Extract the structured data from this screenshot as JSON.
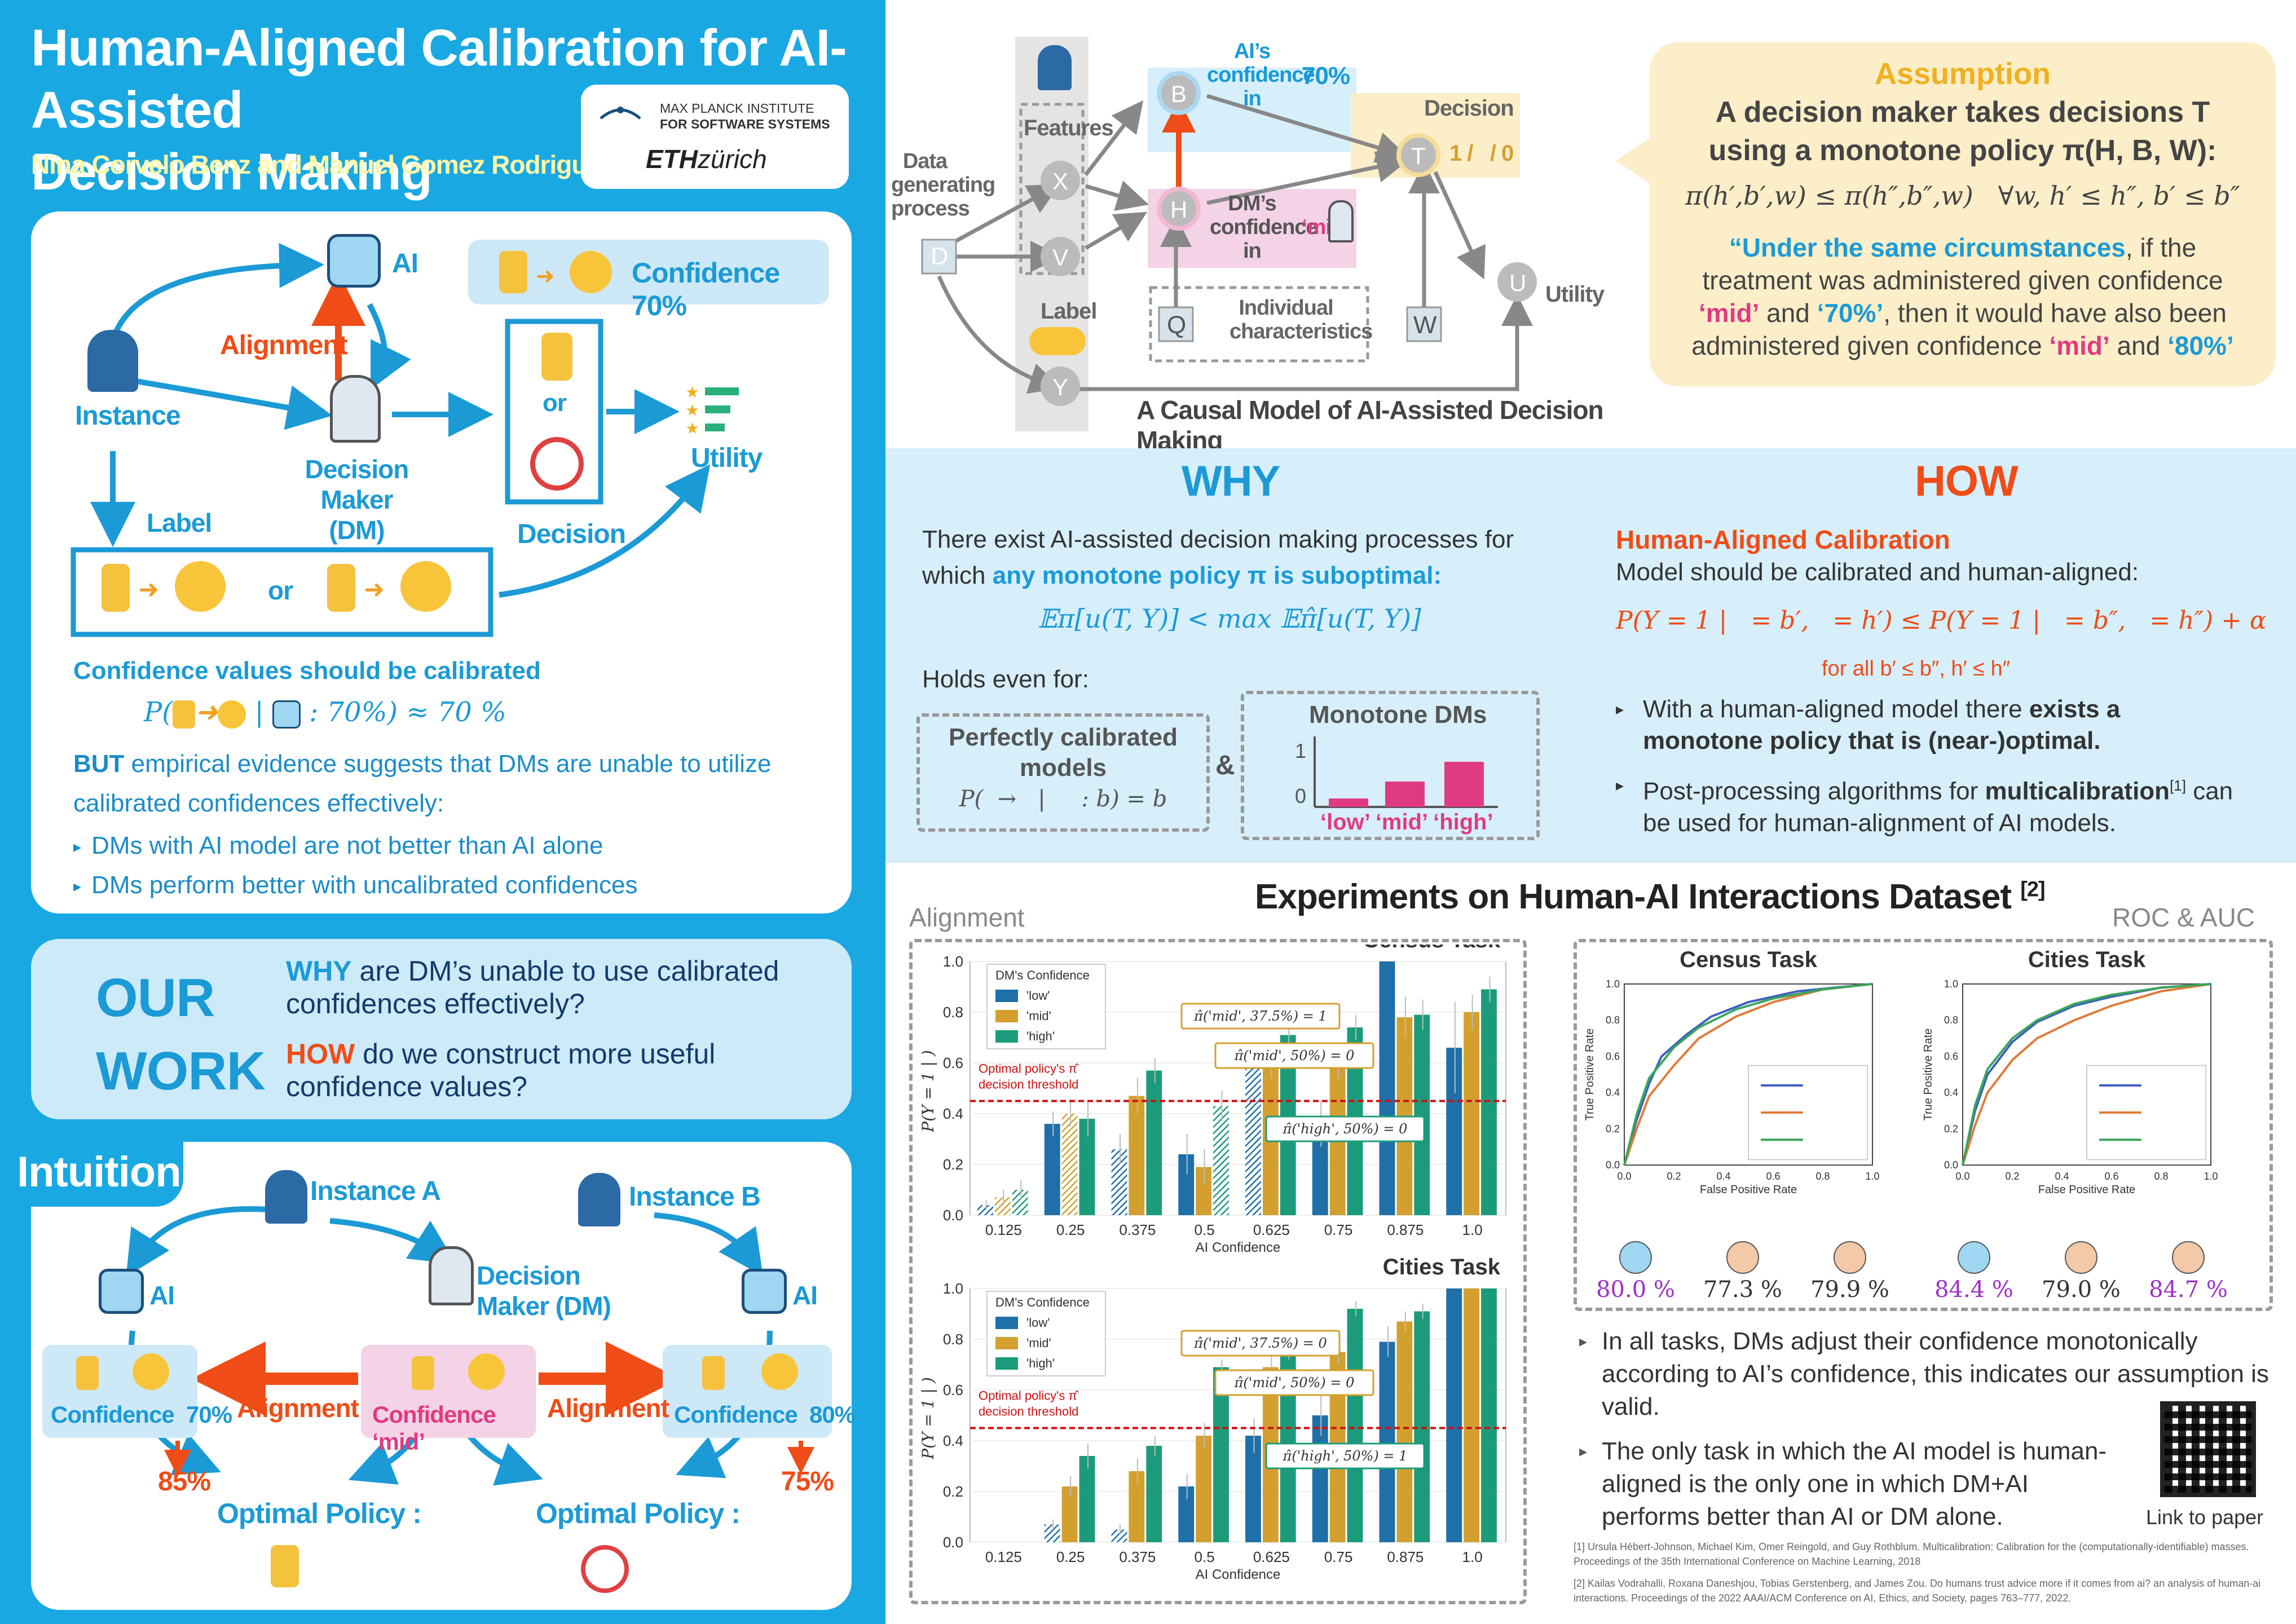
{
  "header": {
    "title_line1": "Human-Aligned Calibration for AI-Assisted",
    "title_line2": "Decision Making",
    "authors": "Nina Corvelo Benz and Manuel Gomez Rodriguez",
    "logo_mpi_line1": "MAX PLANCK INSTITUTE",
    "logo_mpi_line2": "FOR SOFTWARE SYSTEMS",
    "logo_eth_bold": "ETH",
    "logo_eth_rest": "zürich"
  },
  "overview": {
    "ai": "AI",
    "confidence": "Confidence 70%",
    "alignment": "Alignment",
    "instance": "Instance",
    "dm_line1": "Decision",
    "dm_line2": "Maker (DM)",
    "or": "or",
    "decision": "Decision",
    "utility": "Utility",
    "label": "Label",
    "or2": "or",
    "calibrated_heading": "Confidence values should be calibrated",
    "formula": "P( → | : 70%) ≈ 70 %",
    "formula_P": "P(",
    "formula_mid": " | ",
    "formula_end": " : 70%) ≈ 70 %",
    "but_bold": "BUT",
    "but_rest": " empirical evidence suggests that DMs are unable to utilize calibrated confidences effectively:",
    "bullets": [
      "DMs with AI model are not better than AI alone",
      "DMs perform better with uncalibrated confidences"
    ]
  },
  "our_work": {
    "word1": "OUR",
    "word2": "WORK",
    "why": "WHY",
    "why_rest": " are DM’s unable to use calibrated confidences effectively?",
    "how": "HOW",
    "how_rest": " do we construct more useful confidence values?"
  },
  "intuition": {
    "title": "Intuition",
    "instance_a": "Instance A",
    "instance_b": "Instance B",
    "dm_line1": "Decision",
    "dm_line2": "Maker (DM)",
    "ai_left": "AI",
    "ai_right": "AI",
    "conf_left": "Confidence  70%",
    "conf_mid": "Confidence ‘mid’",
    "conf_right": "Confidence  80%",
    "alignment_left": "Alignment",
    "alignment_right": "Alignment",
    "pct_left": "85%",
    "pct_right": "75%",
    "optimal_left": "Optimal Policy :",
    "optimal_right": "Optimal Policy :"
  },
  "causal": {
    "title": "A Causal Model of AI-Assisted Decision Making",
    "data_gen": "Data generating process",
    "features": "Features",
    "label": "Label",
    "ai_conf_line1": "AI’s",
    "ai_conf_line2": "confidence",
    "ai_conf_pct": "70%",
    "ai_conf_in": "in",
    "dm_conf_line1": "DM’s",
    "dm_conf_line2": "confidence",
    "dm_conf_mid": "‘mid’",
    "dm_conf_in": "in",
    "decision": "Decision",
    "decision_opts": "1 /   / 0",
    "individual": "Individual characteristics",
    "utility": "Utility",
    "nodes": {
      "D": "D",
      "X": "X",
      "V": "V",
      "Y": "Y",
      "B": "B",
      "H": "H",
      "T": "T",
      "U": "U",
      "Q": "Q",
      "W": "W"
    }
  },
  "assumption": {
    "title": "Assumption",
    "line1": "A decision maker takes decisions T",
    "line2": "using a monotone policy π(H, B, W):",
    "formula": "π(h′,b′,w) ≤ π(h″,b″,w)   ∀w, h′ ≤ h″, b′ ≤ b″",
    "quote_p1": "“Under the same circumstances",
    "quote_p2": ", if the treatment was administered given confidence ",
    "mid": "‘mid’",
    "and": " and ",
    "seventy": "‘70%’",
    "quote_p3": ", then it would have also been administered given confidence ",
    "mid2": "‘mid’",
    "and2": " and ",
    "eighty": "‘80%’",
    ".end": ".”"
  },
  "why": {
    "title": "WHY",
    "text1": "There exist AI-assisted decision making processes for which ",
    "text_hl": "any monotone policy π is suboptimal:",
    "formula": "𝔼π[u(T, Y)] < max 𝔼π̂[u(T, Y)]",
    "formula_sub": "π̂",
    "holds": "Holds even for:",
    "box1_title": "Perfectly calibrated models",
    "box1_formula": "P(  →   |     : b) = b",
    "amp": "&",
    "box2_title": "Monotone DMs",
    "box2_labels": [
      "‘low’",
      "‘mid’",
      "‘high’"
    ],
    "box2_one": "1",
    "box2_zero": "0"
  },
  "how": {
    "title": "HOW",
    "subtitle": "Human-Aligned Calibration",
    "desc": "Model should be calibrated and human-aligned:",
    "formula": "P(Y = 1 |   = b′,   = h′) ≤ P(Y = 1 |   = b″,   = h″) + α",
    "forall": "for all b′ ≤ b″, h′ ≤ h″",
    "bullet1_a": "With a human-aligned model there ",
    "bullet1_b": "exists a monotone policy that is (near-)optimal.",
    "bullet2_a": "Post-processing algorithms for ",
    "bullet2_b": "multicalibration",
    "bullet2_sup": "[1]",
    "bullet2_c": " can be used for human-alignment of AI models."
  },
  "experiments": {
    "title": "Experiments on Human-AI Interactions Dataset",
    "title_ref": "[2]",
    "alignment": "Alignment",
    "roc": "ROC & AUC",
    "bullet1": "In all tasks, DMs adjust their confidence monotonically according to AI’s confidence, this indicates our assumption is valid.",
    "bullet2": "The only task in which the AI model is human-aligned is the only one in which DM+AI performs better than AI or DM alone.",
    "link": "Link to paper",
    "ref1": "[1] Ursula Hébert-Johnson, Michael Kim, Omer Reingold, and Guy Rothblum. Multicalibration: Calibration for the (computationally-identifiable) masses. Proceedings of the 35th International Conference on Machine Learning, 2018",
    "ref2": "[2] Kailas Vodrahalli, Roxana Daneshjou, Tobias Gerstenberg, and James Zou. Do humans trust advice more if it comes from ai? an analysis of human-ai interactions. Proceedings of the 2022 AAAI/ACM Conference on AI, Ethics, and Society, pages 763–777, 2022."
  },
  "colors": {
    "low": "#1f6fa8",
    "mid": "#d3a02f",
    "high": "#1c9b7a",
    "pink": "#e03a83",
    "orange": "#ef4c17",
    "blue": "#1fa2dc"
  },
  "chart_data": [
    {
      "type": "bar",
      "title": "Census Task",
      "xlabel": "AI Confidence",
      "ylabel": "P(Y = 1 |  )",
      "categories": [
        "0.125",
        "0.25",
        "0.375",
        "0.5",
        "0.625",
        "0.75",
        "0.875",
        "1.0"
      ],
      "ylim": [
        0,
        1.0
      ],
      "yticks": [
        "0.0",
        "0.2",
        "0.4",
        "0.6",
        "0.8",
        "1.0"
      ],
      "legend_title": "DM's Confidence",
      "legend_placement": "top-left",
      "series": [
        {
          "name": "'low'",
          "values": [
            0.04,
            0.36,
            0.26,
            0.24,
            0.62,
            0.36,
            1.0,
            0.66
          ],
          "errors": [
            0.02,
            0.05,
            0.06,
            0.08,
            0.05,
            0.09,
            0.0,
            0.18
          ]
        },
        {
          "name": "'mid'",
          "values": [
            0.07,
            0.4,
            0.47,
            0.19,
            0.59,
            0.6,
            0.78,
            0.8
          ],
          "errors": [
            0.03,
            0.05,
            0.07,
            0.07,
            0.05,
            0.06,
            0.08,
            0.07
          ]
        },
        {
          "name": "'high'",
          "values": [
            0.1,
            0.38,
            0.57,
            0.43,
            0.71,
            0.74,
            0.79,
            0.89
          ],
          "errors": [
            0.04,
            0.07,
            0.05,
            0.06,
            0.05,
            0.05,
            0.06,
            0.05
          ]
        }
      ],
      "hatched": [
        [
          true,
          true,
          true
        ],
        [
          false,
          true,
          false
        ],
        [
          true,
          false,
          false
        ],
        [
          false,
          false,
          true
        ],
        [
          true,
          false,
          false
        ],
        [
          false,
          false,
          false
        ],
        [
          false,
          false,
          false
        ],
        [
          false,
          false,
          false
        ]
      ],
      "threshold": 0.45,
      "threshold_label": "Optimal policy's π̂ decision threshold",
      "annotations": [
        "π̂('mid', 37.5%) = 1",
        "π̂('mid', 50%) = 0",
        "π̂('high', 50%) = 0"
      ]
    },
    {
      "type": "bar",
      "title": "Cities Task",
      "xlabel": "AI Confidence",
      "ylabel": "P(Y = 1 |  )",
      "categories": [
        "0.125",
        "0.25",
        "0.375",
        "0.5",
        "0.625",
        "0.75",
        "0.875",
        "1.0"
      ],
      "ylim": [
        0,
        1.0
      ],
      "yticks": [
        "0.0",
        "0.2",
        "0.4",
        "0.6",
        "0.8",
        "1.0"
      ],
      "legend_title": "DM's Confidence",
      "legend_placement": "top-left",
      "series": [
        {
          "name": "'low'",
          "values": [
            0.0,
            0.07,
            0.05,
            0.22,
            0.42,
            0.5,
            0.79,
            1.0
          ],
          "errors": [
            0.0,
            0.02,
            0.02,
            0.05,
            0.07,
            0.08,
            0.06,
            0.0
          ]
        },
        {
          "name": "'mid'",
          "values": [
            0.0,
            0.22,
            0.28,
            0.42,
            0.69,
            0.75,
            0.87,
            1.0
          ],
          "errors": [
            0.0,
            0.04,
            0.05,
            0.05,
            0.05,
            0.05,
            0.04,
            0.0
          ]
        },
        {
          "name": "'high'",
          "values": [
            0.0,
            0.34,
            0.38,
            0.69,
            0.76,
            0.92,
            0.91,
            1.0
          ],
          "errors": [
            0.0,
            0.05,
            0.04,
            0.03,
            0.04,
            0.03,
            0.03,
            0.0
          ]
        }
      ],
      "hatched": [
        [
          true,
          true,
          true
        ],
        [
          true,
          false,
          false
        ],
        [
          true,
          false,
          false
        ],
        [
          false,
          false,
          false
        ],
        [
          false,
          false,
          false
        ],
        [
          false,
          false,
          false
        ],
        [
          false,
          false,
          false
        ],
        [
          false,
          false,
          false
        ]
      ],
      "threshold": 0.45,
      "threshold_label": "Optimal policy's π̂ decision threshold",
      "annotations": [
        "π̂('mid', 37.5%) = 0",
        "π̂('mid', 50%) = 0",
        "π̂('high', 50%) = 1"
      ]
    },
    {
      "type": "line",
      "title": "Census Task",
      "xlabel": "False Positive Rate",
      "ylabel": "True Positive Rate",
      "xlim": [
        0,
        1
      ],
      "ylim": [
        0,
        1
      ],
      "ticks": [
        "0.0",
        "0.2",
        "0.4",
        "0.6",
        "0.8",
        "1.0"
      ],
      "series": [
        {
          "color": "#3b5fc0",
          "points": [
            [
              0,
              0
            ],
            [
              0.05,
              0.25
            ],
            [
              0.1,
              0.45
            ],
            [
              0.15,
              0.6
            ],
            [
              0.25,
              0.72
            ],
            [
              0.35,
              0.82
            ],
            [
              0.5,
              0.9
            ],
            [
              0.7,
              0.96
            ],
            [
              1,
              1
            ]
          ]
        },
        {
          "color": "#e07b39",
          "points": [
            [
              0,
              0
            ],
            [
              0.05,
              0.2
            ],
            [
              0.1,
              0.38
            ],
            [
              0.2,
              0.55
            ],
            [
              0.3,
              0.7
            ],
            [
              0.45,
              0.82
            ],
            [
              0.6,
              0.9
            ],
            [
              0.8,
              0.97
            ],
            [
              1,
              1
            ]
          ]
        },
        {
          "color": "#3aa55a",
          "points": [
            [
              0,
              0
            ],
            [
              0.05,
              0.28
            ],
            [
              0.1,
              0.48
            ],
            [
              0.2,
              0.65
            ],
            [
              0.3,
              0.76
            ],
            [
              0.45,
              0.86
            ],
            [
              0.6,
              0.92
            ],
            [
              0.8,
              0.97
            ],
            [
              1,
              1
            ]
          ]
        }
      ],
      "auc": [
        "80.0 %",
        "77.3 %",
        "79.9 %"
      ]
    },
    {
      "type": "line",
      "title": "Cities Task",
      "xlabel": "False Positive Rate",
      "ylabel": "True Positive Rate",
      "xlim": [
        0,
        1
      ],
      "ylim": [
        0,
        1
      ],
      "ticks": [
        "0.0",
        "0.2",
        "0.4",
        "0.6",
        "0.8",
        "1.0"
      ],
      "series": [
        {
          "color": "#3b5fc0",
          "points": [
            [
              0,
              0
            ],
            [
              0.05,
              0.3
            ],
            [
              0.1,
              0.5
            ],
            [
              0.2,
              0.68
            ],
            [
              0.3,
              0.79
            ],
            [
              0.45,
              0.88
            ],
            [
              0.6,
              0.93
            ],
            [
              0.8,
              0.98
            ],
            [
              1,
              1
            ]
          ]
        },
        {
          "color": "#e07b39",
          "points": [
            [
              0,
              0
            ],
            [
              0.05,
              0.22
            ],
            [
              0.1,
              0.4
            ],
            [
              0.2,
              0.58
            ],
            [
              0.3,
              0.7
            ],
            [
              0.45,
              0.8
            ],
            [
              0.6,
              0.88
            ],
            [
              0.8,
              0.96
            ],
            [
              1,
              1
            ]
          ]
        },
        {
          "color": "#3aa55a",
          "points": [
            [
              0,
              0
            ],
            [
              0.05,
              0.33
            ],
            [
              0.1,
              0.53
            ],
            [
              0.2,
              0.7
            ],
            [
              0.3,
              0.8
            ],
            [
              0.45,
              0.89
            ],
            [
              0.6,
              0.94
            ],
            [
              0.8,
              0.98
            ],
            [
              1,
              1
            ]
          ]
        }
      ],
      "auc": [
        "84.4 %",
        "79.0 %",
        "84.7 %"
      ]
    }
  ]
}
